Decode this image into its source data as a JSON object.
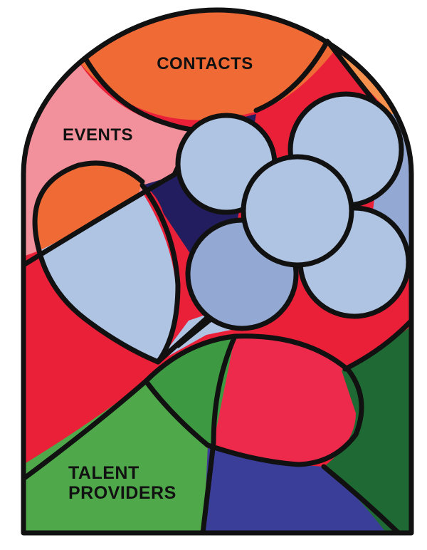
{
  "labels": {
    "contacts": "CONTACTS",
    "events": "EVENTS",
    "talent_line1": "TALENT",
    "talent_line2": "PROVIDERS"
  },
  "colors": {
    "outline": "#111111",
    "orange": "#F06A35",
    "light_orange": "#F6914E",
    "pink": "#F2909B",
    "red": "#EA1F38",
    "crimson": "#EE2A4C",
    "light_blue": "#AFC3E3",
    "mid_blue": "#93A8D2",
    "navy": "#221D5E",
    "indigo": "#3B3E99",
    "green": "#4FA84A",
    "mid_green": "#3D9A42",
    "dark_green": "#1F6A34"
  }
}
